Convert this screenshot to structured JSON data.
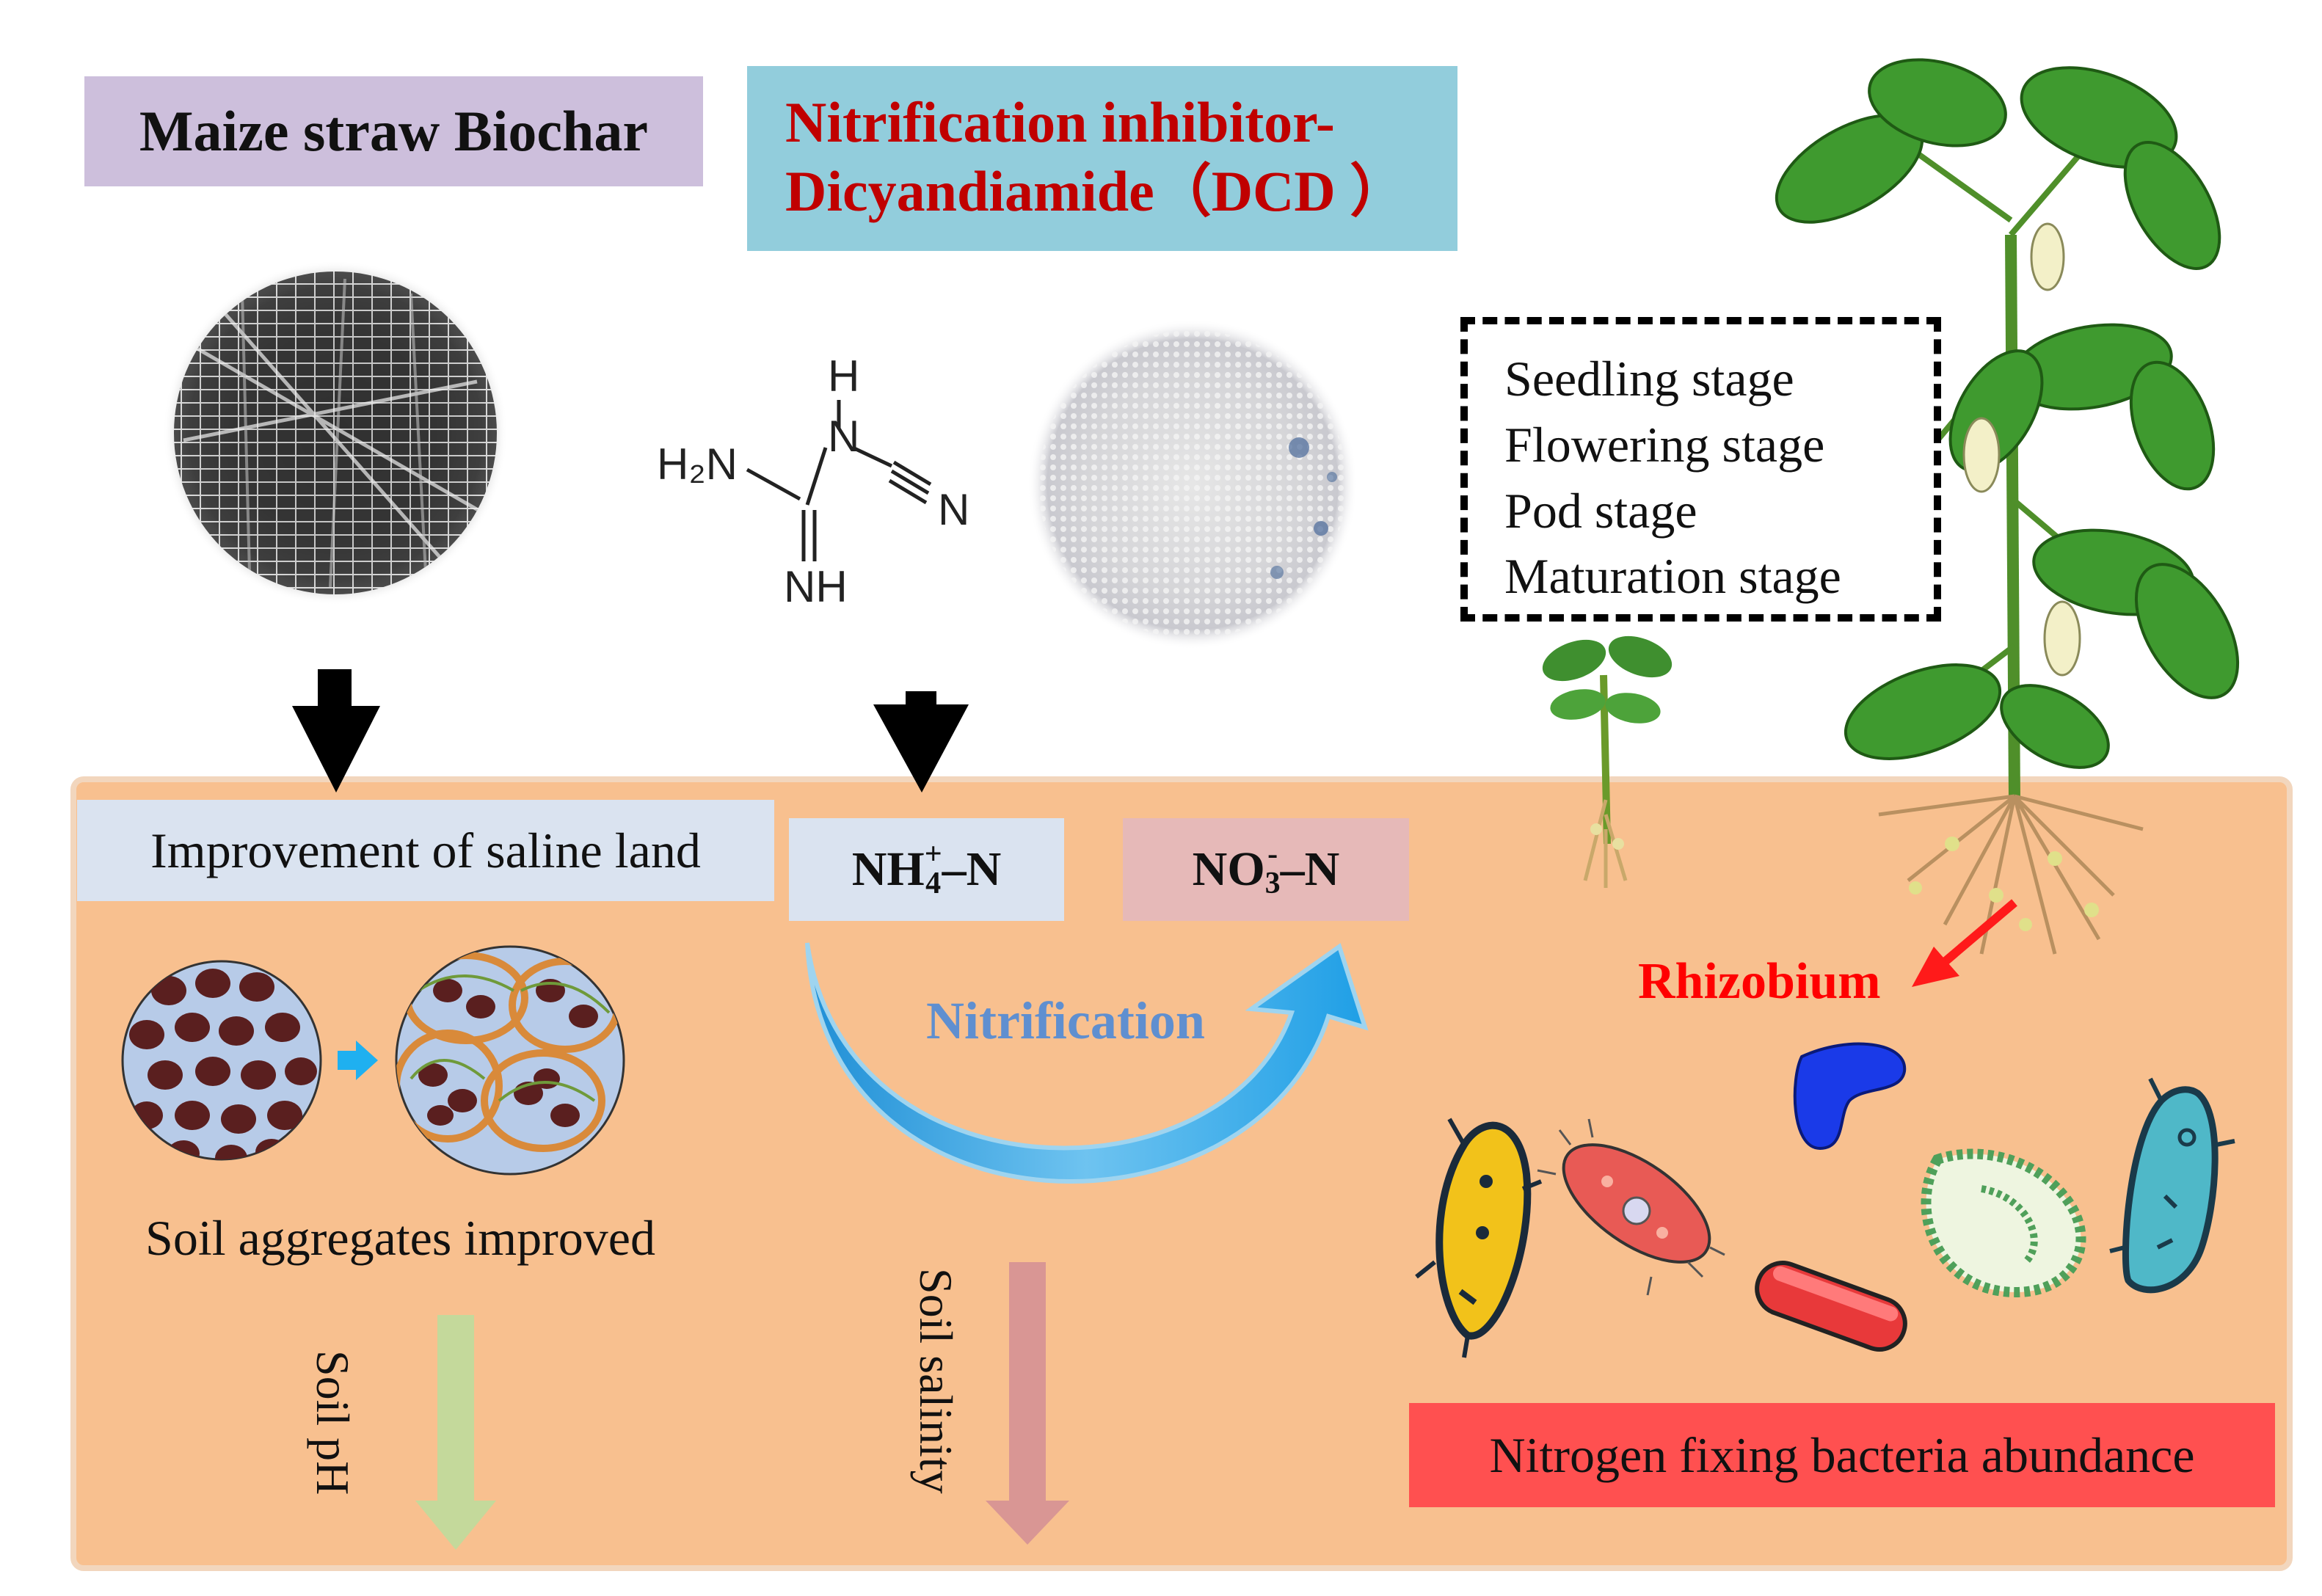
{
  "headers": {
    "biochar": "Maize straw Biochar",
    "inhibitor_line1": "Nitrification inhibitor-",
    "inhibitor_line2": "Dicyandiamide（DCD ）"
  },
  "molecule": {
    "h_top": "H",
    "n_top": "N",
    "h2n": "H₂N",
    "n_right": "N",
    "nh_bottom": "NH"
  },
  "stages": [
    "Seedling  stage",
    "Flowering  stage",
    "Pod stage",
    "Maturation  stage"
  ],
  "soil": {
    "improvement": "Improvement  of saline land",
    "nh4_main": "NH",
    "nh4_sub": "4",
    "nh4_sup": "+",
    "nh4_tail": "–N",
    "no3_main": "NO",
    "no3_sub": "3",
    "no3_sup": "-",
    "no3_tail": "–N",
    "nitrification": "Nitrification",
    "rhizobium": "Rhizobium",
    "aggregates": "Soil aggregates  improved",
    "soil_ph": "Soil pH",
    "soil_salinity": "Soil salinity",
    "nitrogen_fixing": "Nitrogen  fixing  bacteria abundance"
  },
  "colors": {
    "biochar_box": "#cdbfdc",
    "inhibitor_box": "#92cddc",
    "inhibitor_text": "#c00000",
    "soil_bg": "#f8c08f",
    "improvement_box": "#dae3f0",
    "no3_box": "#e6b9b8",
    "nitrogen_box": "#ff5050",
    "nitrification_text": "#5f8fd0",
    "rhizobium_text": "#ff0000",
    "ph_arrow": "#c4d99b",
    "salinity_arrow": "#d99694"
  }
}
